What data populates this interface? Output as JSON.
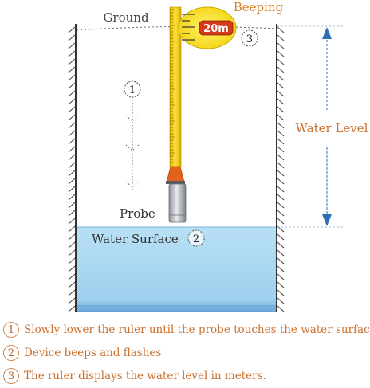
{
  "labels": {
    "ground": "Ground",
    "beeping": "Beeping",
    "display_value": "20m",
    "water_level": "Water Level",
    "probe": "Probe",
    "water_surface": "Water Surface",
    "marker_1": "1",
    "marker_2": "2",
    "marker_3": "3"
  },
  "steps": [
    {
      "num": "1",
      "text": "Slowly lower the ruler until the probe touches the water surface"
    },
    {
      "num": "2",
      "text": "Device beeps and flashes"
    },
    {
      "num": "3",
      "text": "The ruler displays the water level in meters."
    }
  ],
  "colors": {
    "water": "#a9d8f0",
    "ruler": "#f2cd1f",
    "display_bg": "#f7e21b",
    "display_badge": "#d63a1a",
    "arrow": "#2b72b3",
    "step_text": "#c8702f",
    "beeping_text": "#d9822b"
  }
}
